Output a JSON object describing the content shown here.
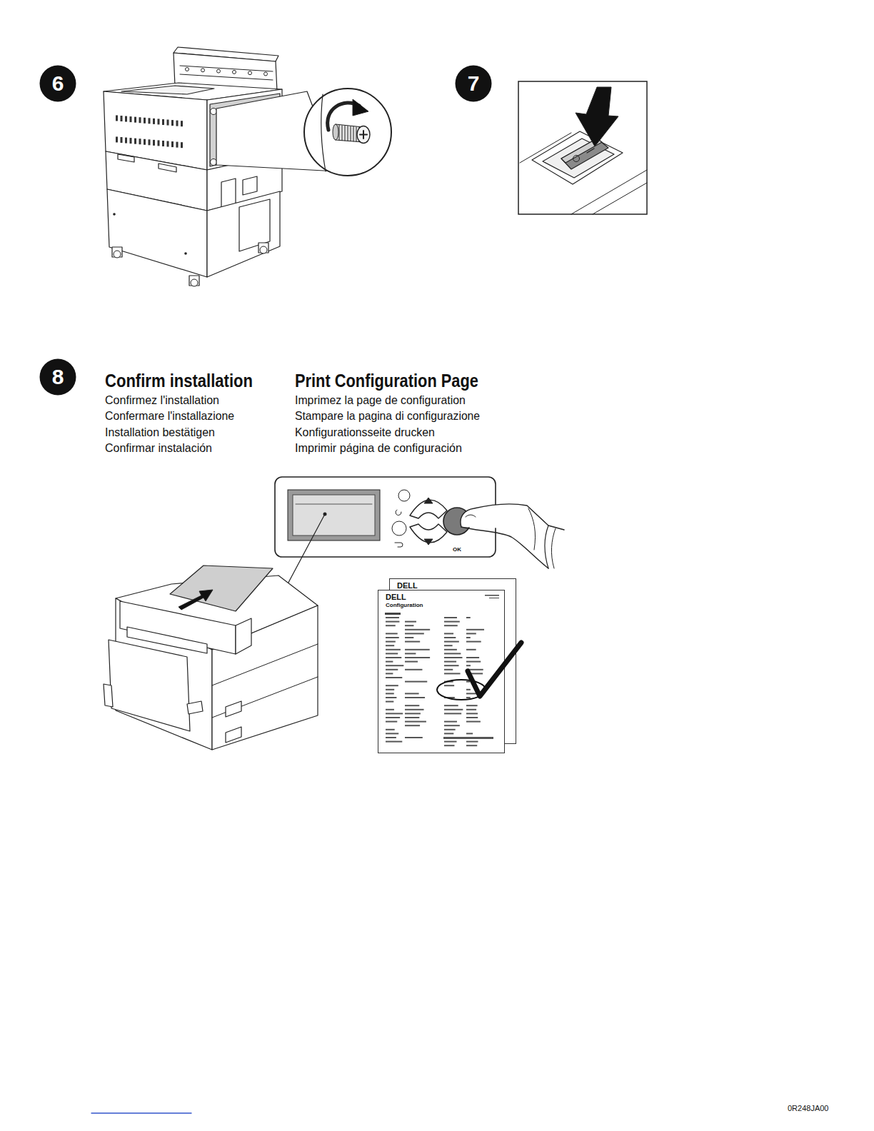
{
  "diagram": {
    "nodes": [
      {
        "text": [
          "6"
        ]
      },
      {
        "text": [
          "7"
        ]
      },
      {
        "text": [
          "8"
        ]
      },
      {
        "text": [
          "DELL"
        ]
      },
      {
        "text": [
          "DELL",
          "Configuration"
        ]
      }
    ],
    "labels": [
      "Confirm installation",
      "Confirmez l'installation",
      "Confermare l'installazione",
      "Installation bestätigen",
      "Confirmar instalación",
      "Print Configuration Page",
      "Imprimez la page de configuration",
      "Stampare la pagina di configurazione",
      "Konfigurationsseite drucken",
      "Imprimir página de configuración",
      "OK",
      "0R248JA00"
    ]
  }
}
